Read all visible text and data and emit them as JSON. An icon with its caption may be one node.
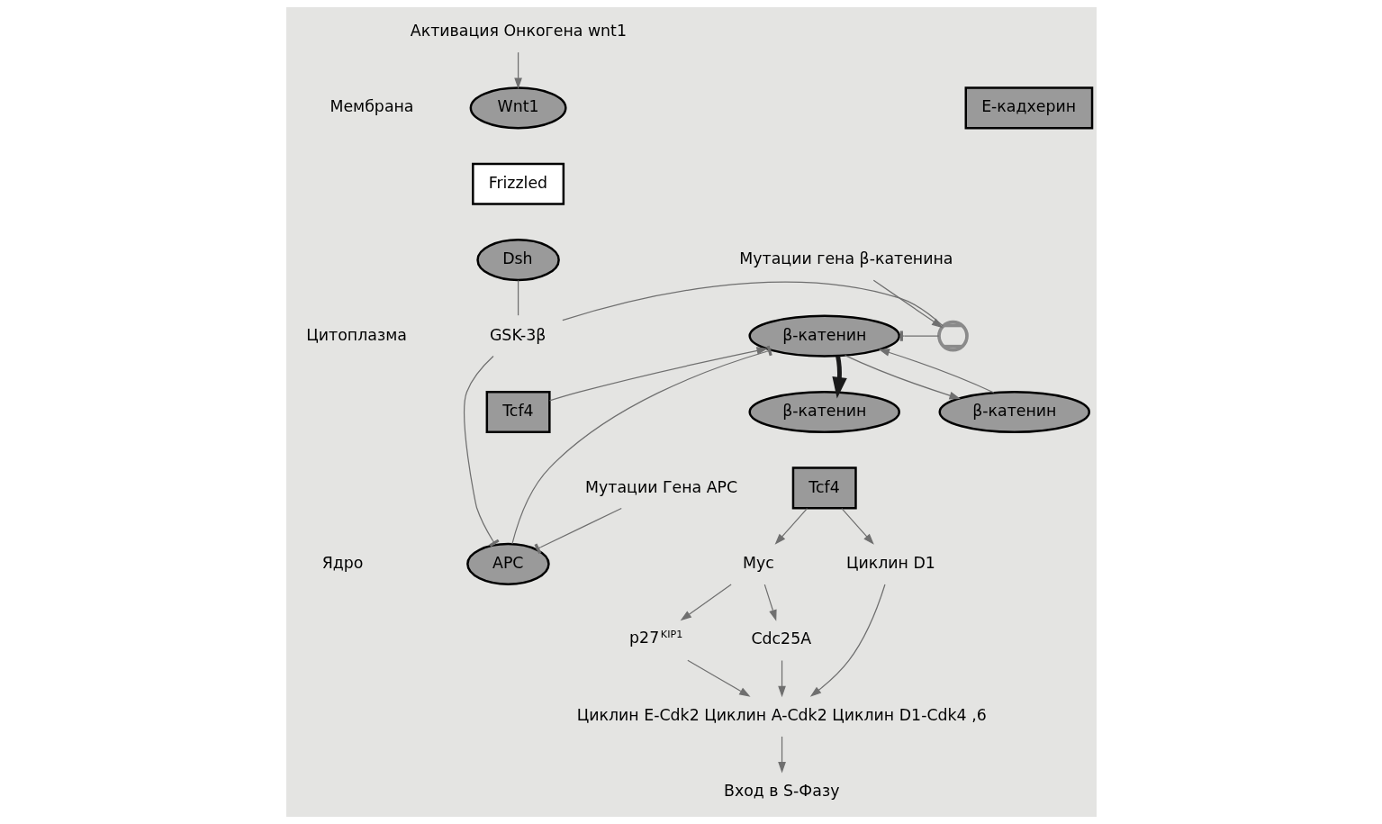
{
  "diagram": {
    "nodes": [
      {
        "text": [
          "Мутации гена β-катенина"
        ]
      },
      {
        "text": [
          "Активация Онкогена wnt1"
        ]
      },
      {
        "text": [
          "Мутации Гена APC"
        ]
      },
      {
        "text": [
          "E-кадхерин"
        ]
      },
      {
        "text": [
          "β-катенин"
        ]
      },
      {
        "text": [
          "Wnt1"
        ]
      },
      {
        "text": [
          "Frizzled"
        ]
      },
      {
        "text": [
          "Dsh"
        ]
      },
      {
        "text": [
          "β-катенин"
        ]
      },
      {
        "text": [],
        "shape": "cross"
      },
      {
        "text": [
          "GSK-3β"
        ]
      },
      {
        "text": [
          "Tcf4"
        ]
      },
      {
        "text": [
          "β-катенин"
        ]
      },
      {
        "text": [
          "Tcf4"
        ]
      },
      {
        "text": [
          "APC"
        ]
      },
      {
        "text": [
          "Myc"
        ]
      },
      {
        "text": [
          "Cdc25A"
        ]
      },
      {
        "text": [
          "p27$^{KIP1}$"
        ]
      },
      {
        "text": [
          "Циклин D1"
        ]
      },
      {
        "text": [
          "Циклин E-Cdk2 Циклин A-Cdk2 Циклин D1-Cdk4 ,6"
        ]
      },
      {
        "text": [
          "Вход в S-Фазу"
        ]
      }
    ],
    "edges": [
      {
        "from": 1,
        "to": 5,
        "arrow": "to"
      },
      {
        "from": 0,
        "to": 9,
        "arrow": "to"
      },
      {
        "from": 4,
        "to": 8,
        "arrow": "to"
      },
      {
        "from": 8,
        "to": 4,
        "arrow": "to"
      },
      {
        "from": 7,
        "to": 10,
        "arrow": "none"
      },
      {
        "from": 10,
        "to": 9,
        "arrow": "none"
      },
      {
        "from": 9,
        "to": 8,
        "arrow": "other"
      },
      {
        "from": 2,
        "to": 14,
        "arrow": "other"
      },
      {
        "from": 10,
        "to": 14,
        "arrow": "other"
      },
      {
        "from": 11,
        "to": 8,
        "arrow": "to"
      },
      {
        "from": 8,
        "to": 12,
        "arrow": "to",
        "style": "thick",
        "color": "#1a1a1a"
      },
      {
        "from": 14,
        "to": 8,
        "arrow": "other"
      },
      {
        "from": 13,
        "to": 15,
        "arrow": "to"
      },
      {
        "from": 13,
        "to": 18,
        "arrow": "to"
      },
      {
        "from": 15,
        "to": 16,
        "arrow": "to"
      },
      {
        "from": 15,
        "to": 17,
        "arrow": "to"
      },
      {
        "from": 16,
        "to": 19,
        "arrow": "to"
      },
      {
        "from": 17,
        "to": 19,
        "arrow": "to"
      },
      {
        "from": 18,
        "to": 19,
        "arrow": "to"
      },
      {
        "from": 19,
        "to": 20,
        "arrow": "to"
      }
    ],
    "labels": [
      "Мембрана",
      "Цитоплазма",
      "Ядро"
    ]
  }
}
